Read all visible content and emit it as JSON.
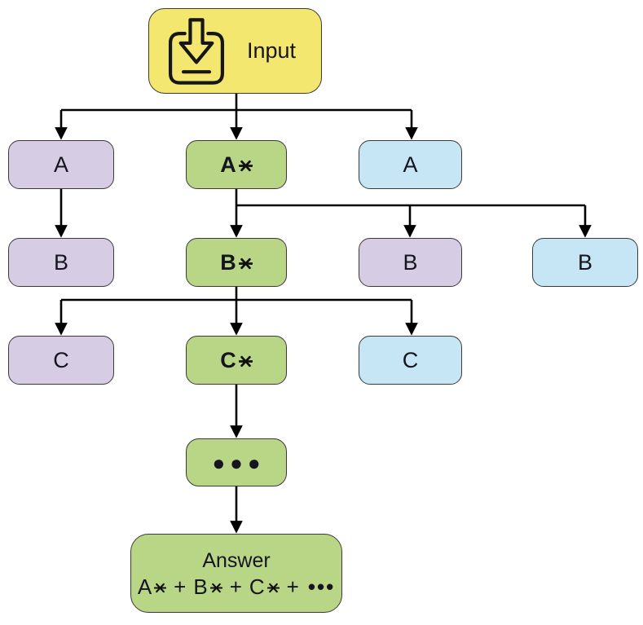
{
  "figure": {
    "type": "flowchart",
    "description": "Input fans out into three parallel chains (A,B,C); starred center chain accumulates into Answer",
    "background": "#FFFFFF"
  },
  "palette": {
    "input_fill": "#F3E76F",
    "starred_fill": "#B9D586",
    "plain_purple_fill": "#D6CDE4",
    "plain_blue_fill": "#C6E5F5",
    "border_color": "#3A3A3A",
    "line_color": "#000000",
    "text_color": "#15151F"
  },
  "icons": {
    "input_icon": "download-import-icon",
    "star_icon": "six-point-asterisk-icon"
  },
  "nodes": {
    "input": {
      "label": "Input"
    },
    "a_left": {
      "label": "A"
    },
    "a_star": {
      "label": "A"
    },
    "a_right": {
      "label": "A"
    },
    "b_left": {
      "label": "B"
    },
    "b_star": {
      "label": "B"
    },
    "b_mid": {
      "label": "B"
    },
    "b_right": {
      "label": "B"
    },
    "c_left": {
      "label": "C"
    },
    "c_star": {
      "label": "C"
    },
    "c_right": {
      "label": "C"
    },
    "dots": {
      "label": "●●●"
    }
  },
  "answer": {
    "title": "Answer",
    "part_a": "A",
    "plus_1": "+",
    "part_b": "B",
    "plus_2": "+",
    "part_c": "C",
    "plus_3": "+",
    "ellipsis": "•••"
  }
}
